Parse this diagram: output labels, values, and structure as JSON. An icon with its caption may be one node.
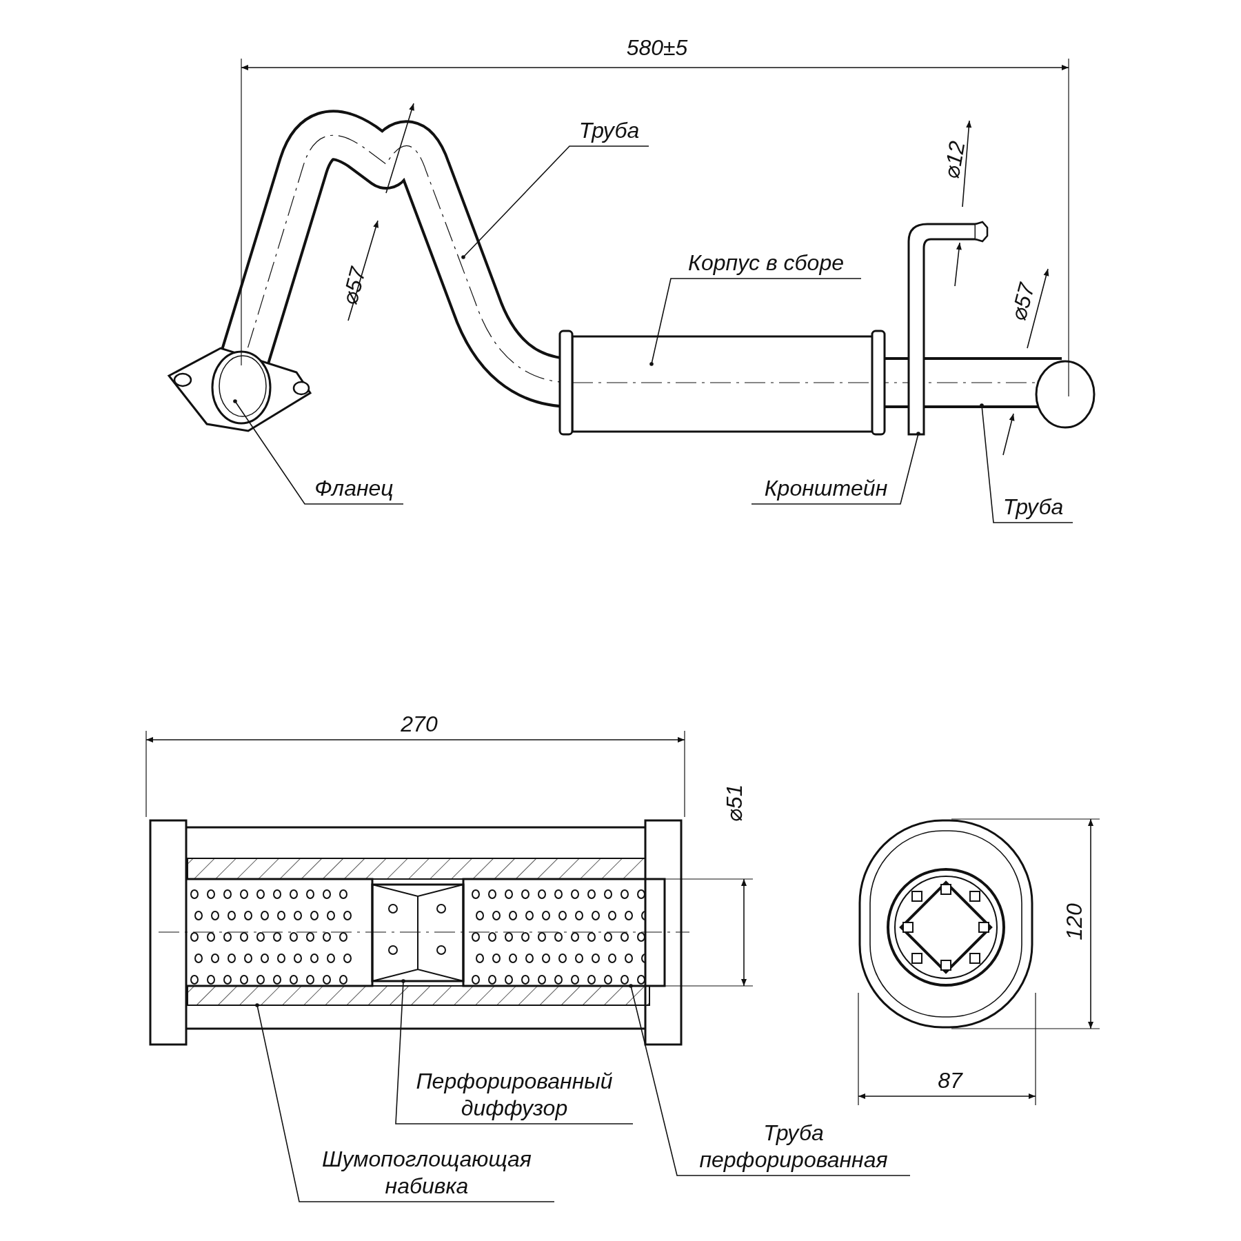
{
  "diagram": {
    "nodes": [
      {
        "text": [
          "Труба"
        ]
      },
      {
        "text": [
          "Корпус в сборе"
        ]
      },
      {
        "text": [
          "Фланец"
        ]
      },
      {
        "text": [
          "Кронштейн"
        ]
      },
      {
        "text": [
          "Труба"
        ]
      },
      {
        "text": [
          "Перфорированный диффузор"
        ]
      },
      {
        "text": [
          "Шумопоглощающая набивка"
        ]
      },
      {
        "text": [
          "Труба перфорированная"
        ]
      },
      {
        "text": [],
        "shape": "bar"
      },
      {
        "text": [],
        "shape": "box"
      },
      {
        "text": [],
        "shape": "box"
      }
    ],
    "edges": [
      {
        "from": 0,
        "to": null,
        "arrow": "other"
      },
      {
        "from": 1,
        "to": null,
        "arrow": "other"
      },
      {
        "from": 2,
        "to": null,
        "arrow": "other"
      },
      {
        "from": 3,
        "to": null,
        "arrow": "other"
      },
      {
        "from": 4,
        "to": null,
        "arrow": "other"
      },
      {
        "from": 5,
        "to": 9,
        "arrow": "other"
      },
      {
        "from": 6,
        "to": 8,
        "arrow": "other"
      },
      {
        "from": 7,
        "to": 10,
        "arrow": "other"
      }
    ],
    "labels": [
      "580±5",
      "⌀12",
      "⌀57",
      "⌀57",
      "270",
      "⌀51",
      "120",
      "87"
    ]
  }
}
